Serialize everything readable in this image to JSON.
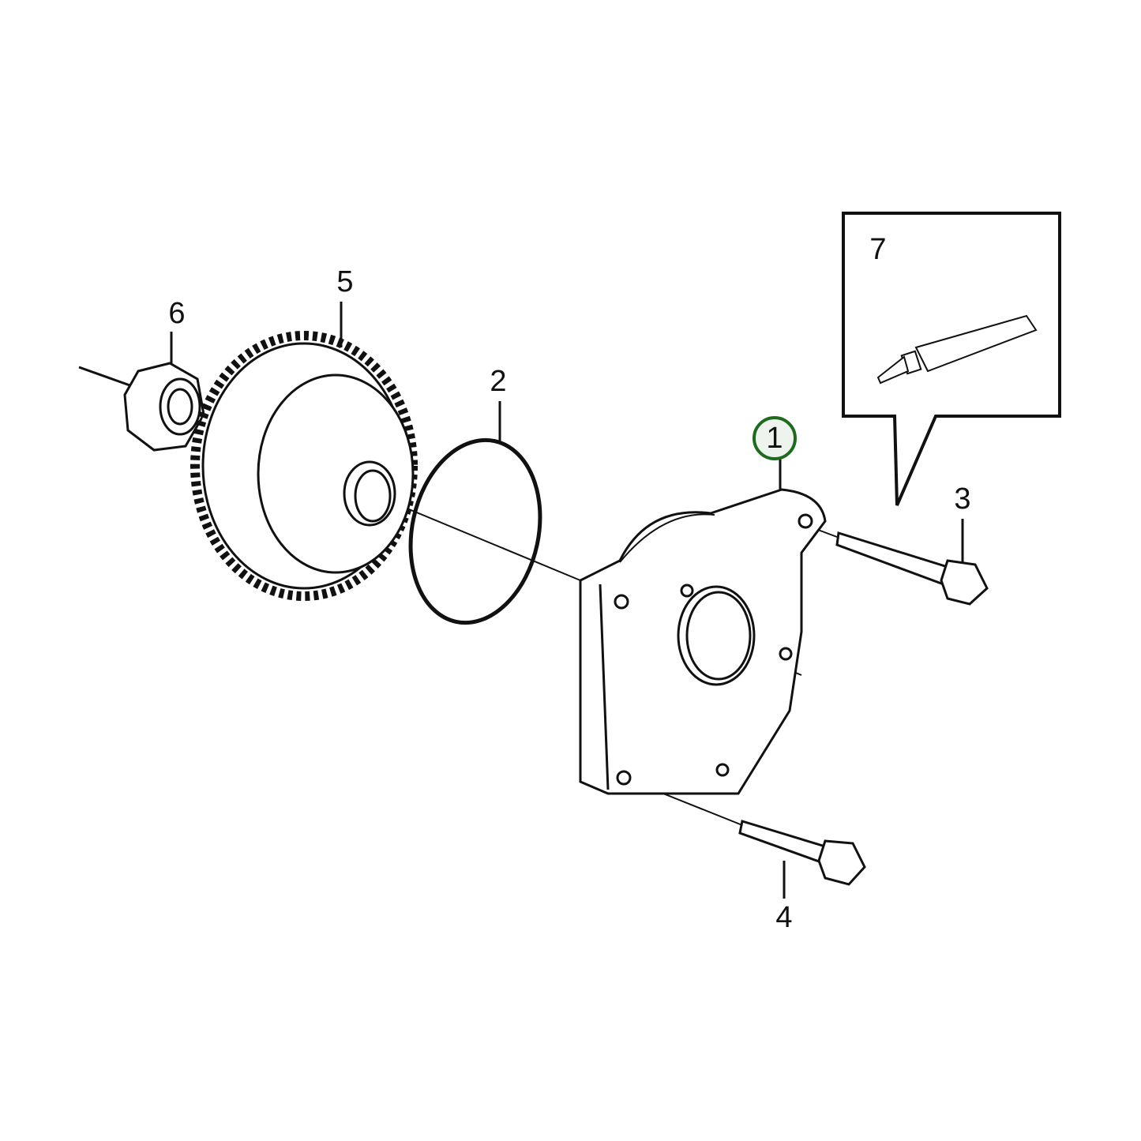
{
  "diagram": {
    "highlight_color": "#1e6b1e",
    "parts": [
      {
        "number": "1",
        "name": "housing-plate",
        "highlighted": true
      },
      {
        "number": "2",
        "name": "o-ring"
      },
      {
        "number": "3",
        "name": "bolt-upper"
      },
      {
        "number": "4",
        "name": "bolt-lower"
      },
      {
        "number": "5",
        "name": "gear"
      },
      {
        "number": "6",
        "name": "nut"
      },
      {
        "number": "7",
        "name": "sealant-tube"
      }
    ]
  }
}
